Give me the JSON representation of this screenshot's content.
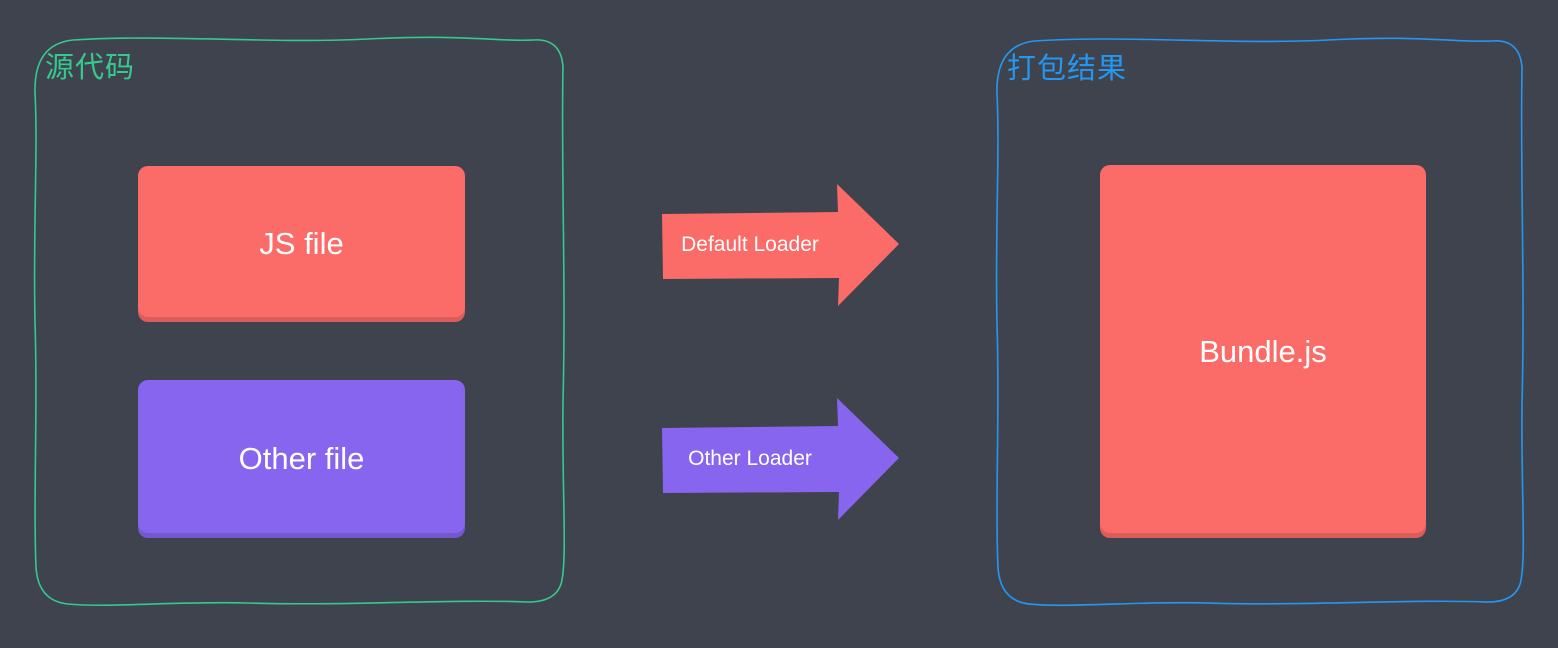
{
  "diagram": {
    "background": "#3e434e",
    "source_group": {
      "label": "源代码",
      "border_color": "#36c98e",
      "label_color": "#36c98e"
    },
    "output_group": {
      "label": "打包结果",
      "border_color": "#2597f0",
      "label_color": "#2597f0"
    },
    "nodes": {
      "js_file": {
        "label": "JS file",
        "fill": "#fb6b68",
        "text_color": "#ffffff"
      },
      "other_file": {
        "label": "Other file",
        "fill": "#8765ee",
        "text_color": "#ffffff"
      },
      "bundle": {
        "label": "Bundle.js",
        "fill": "#fb6b68",
        "text_color": "#ffffff"
      }
    },
    "arrows": {
      "default_loader": {
        "label": "Default Loader",
        "fill": "#fb6b68",
        "text_color": "#ffffff"
      },
      "other_loader": {
        "label": "Other Loader",
        "fill": "#8765ee",
        "text_color": "#ffffff"
      }
    }
  }
}
